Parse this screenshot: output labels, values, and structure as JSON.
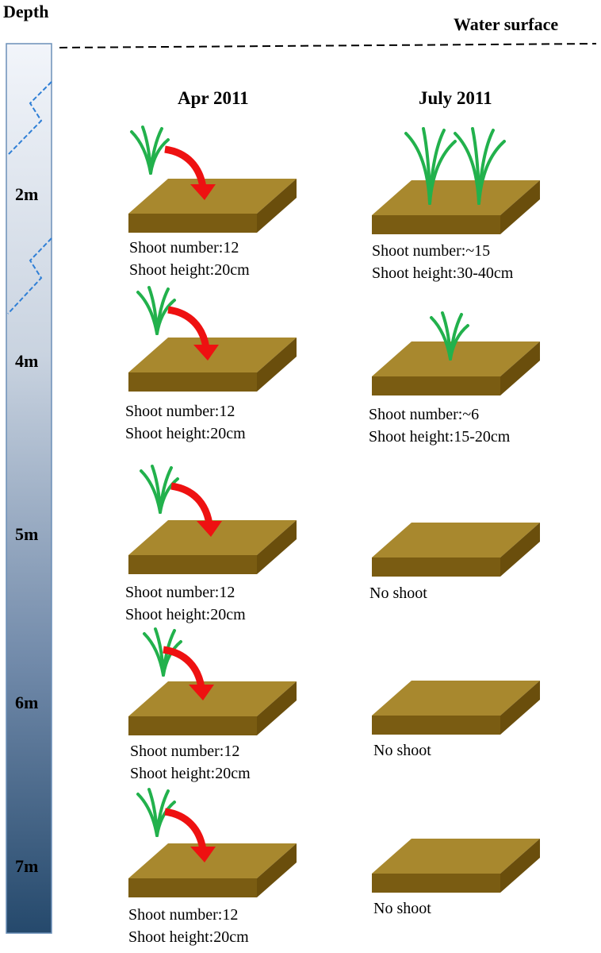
{
  "header": {
    "depth_title": "Depth",
    "water_surface": "Water surface"
  },
  "columns": {
    "apr": "Apr 2011",
    "jul": "July 2011"
  },
  "rows": [
    {
      "depth": "2m",
      "apr": {
        "line1": "Shoot number:12",
        "line2": "Shoot height:20cm"
      },
      "jul": {
        "line1": "Shoot number:~15",
        "line2": "Shoot height:30-40cm"
      }
    },
    {
      "depth": "4m",
      "apr": {
        "line1": "Shoot number:12",
        "line2": "Shoot height:20cm"
      },
      "jul": {
        "line1": "Shoot number:~6",
        "line2": "Shoot height:15-20cm"
      }
    },
    {
      "depth": "5m",
      "apr": {
        "line1": "Shoot number:12",
        "line2": "Shoot height:20cm"
      },
      "jul": {
        "line1": "No shoot",
        "line2": ""
      }
    },
    {
      "depth": "6m",
      "apr": {
        "line1": "Shoot number:12",
        "line2": "Shoot height:20cm"
      },
      "jul": {
        "line1": "No shoot",
        "line2": ""
      }
    },
    {
      "depth": "7m",
      "apr": {
        "line1": "Shoot number:12",
        "line2": "Shoot height:20cm"
      },
      "jul": {
        "line1": "No shoot",
        "line2": ""
      }
    }
  ],
  "colors": {
    "soil_top": "#a8882e",
    "soil_front": "#7a5c12",
    "soil_side": "#6a4e0c",
    "plant": "#22b14c",
    "arrow": "#ee1111",
    "water_top": "#f2f5fa",
    "water_bottom": "#25496c"
  }
}
